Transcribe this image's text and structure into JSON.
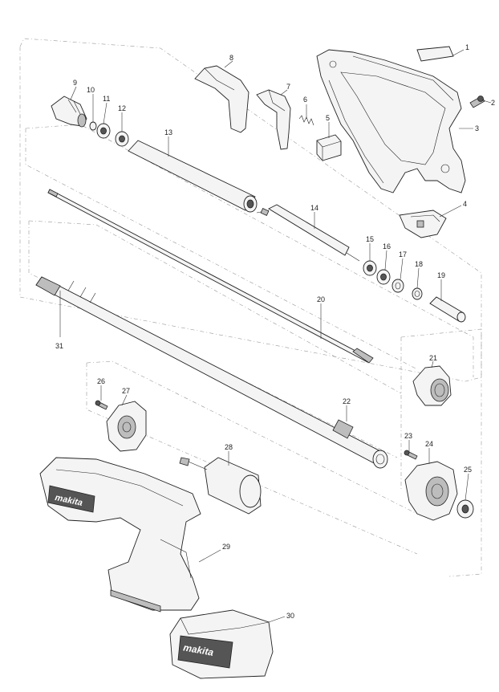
{
  "diagram": {
    "brand_logo": "makita",
    "part_numbers": [
      "1",
      "2",
      "3",
      "4",
      "5",
      "6",
      "7",
      "8",
      "9",
      "10",
      "11",
      "12",
      "13",
      "14",
      "15",
      "16",
      "17",
      "18",
      "19",
      "20",
      "21",
      "22",
      "23",
      "24",
      "25",
      "26",
      "27",
      "28",
      "29",
      "30",
      "31"
    ]
  }
}
